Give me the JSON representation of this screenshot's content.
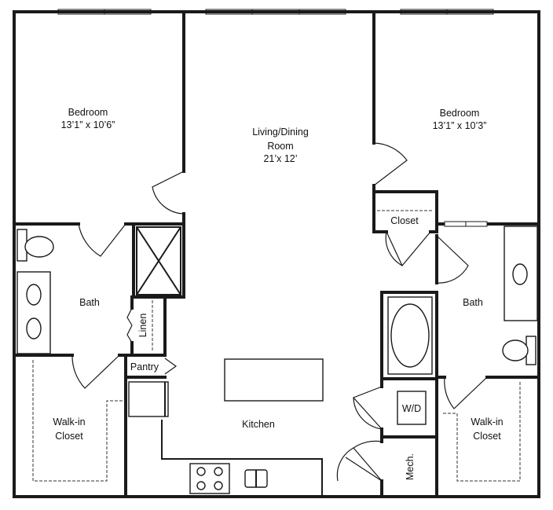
{
  "rooms": {
    "bedroom_left": {
      "name": "Bedroom",
      "dims": "13’1” x 10’6”"
    },
    "living": {
      "line1": "Living/Dining",
      "line2": "Room",
      "dims": "21’x 12’"
    },
    "bedroom_right": {
      "name": "Bedroom",
      "dims": "13’1” x 10’3”"
    },
    "closet": "Closet",
    "bath_left": "Bath",
    "bath_right": "Bath",
    "linen": "Linen",
    "pantry": "Pantry",
    "walkin_left": {
      "line1": "Walk-in",
      "line2": "Closet"
    },
    "walkin_right": {
      "line1": "Walk-in",
      "line2": "Closet"
    },
    "kitchen": "Kitchen",
    "wd": "W/D",
    "mech": "Mech."
  }
}
